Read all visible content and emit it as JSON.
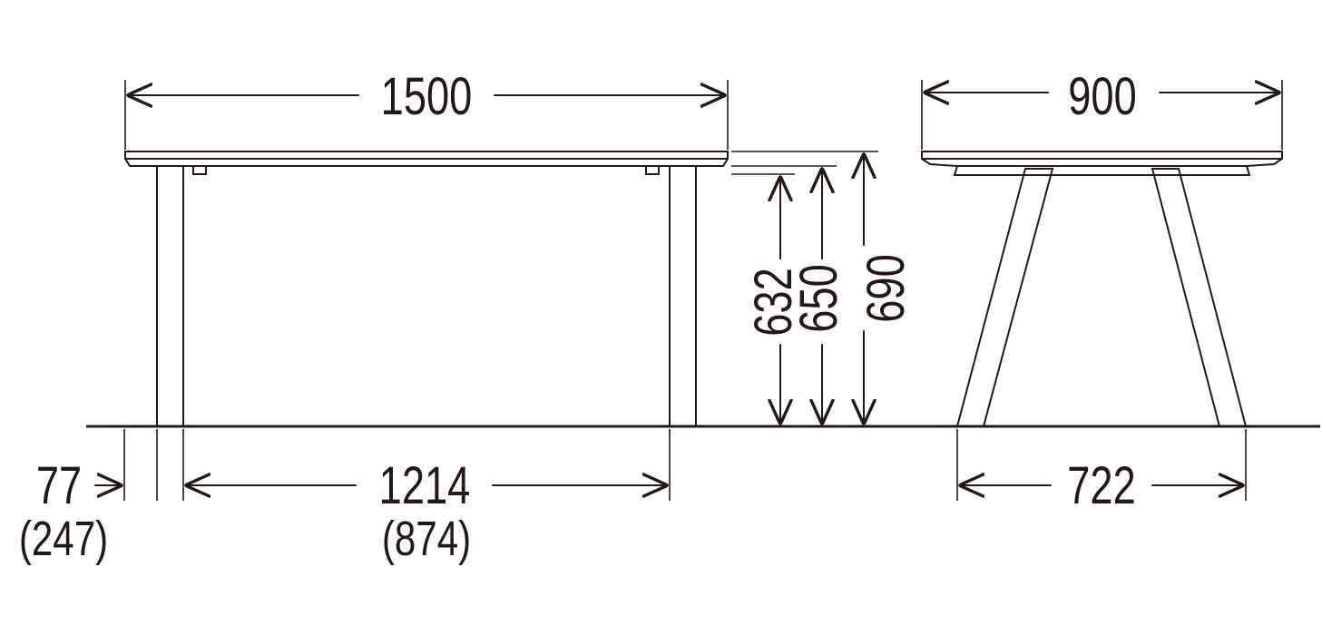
{
  "dimensions": {
    "width_front": "1500",
    "width_side": "900",
    "height_632": "632",
    "height_650": "650",
    "height_690": "690",
    "leg_offset": "77",
    "leg_offset_alt": "(247)",
    "leg_span": "1214",
    "leg_span_alt": "(874)",
    "side_leg_span": "722"
  },
  "colors": {
    "line": "#231815",
    "background": "#ffffff"
  }
}
